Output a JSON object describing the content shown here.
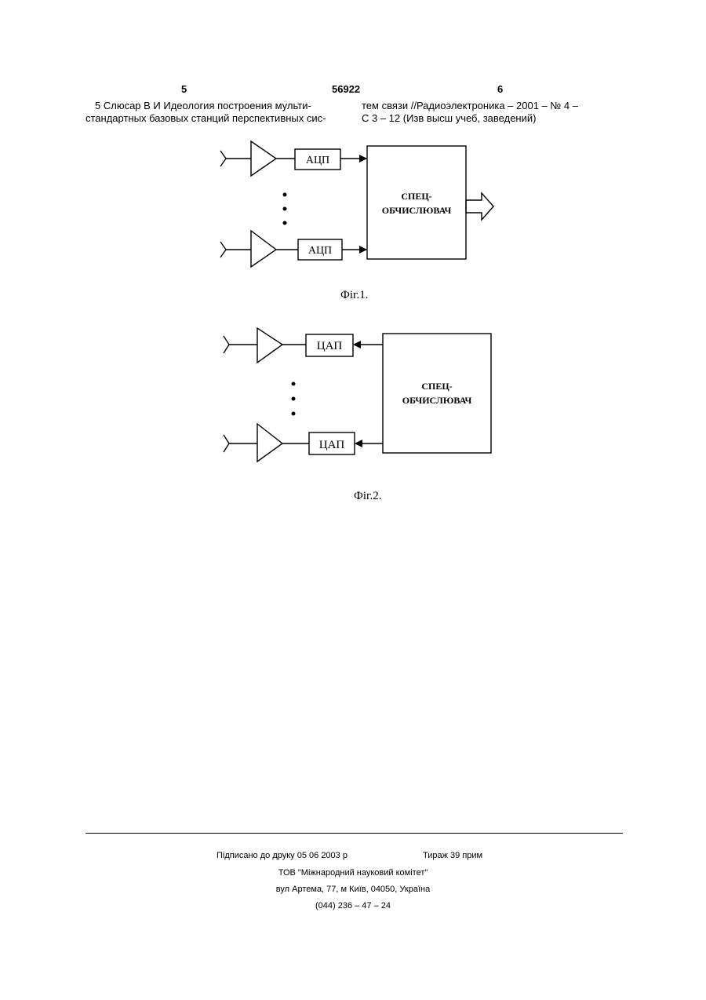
{
  "header": {
    "page_left": "5",
    "patent_number": "56922",
    "page_right": "6"
  },
  "reference": {
    "left_line1": "5 Слюсар В И Идеология построения мульти-",
    "left_line2": "стандартных базовых станций перспективных сис-",
    "right_line1": "тем связи //Радиоэлектроника – 2001 – № 4 –",
    "right_line2": "С 3 – 12 (Изв высш учеб, заведений)"
  },
  "fig1": {
    "converter_top": "АЦП",
    "converter_bottom": "АЦП",
    "block_line1": "СПЕЦ-",
    "block_line2": "ОБЧИСЛЮВАЧ",
    "caption": "Фіг.1."
  },
  "fig2": {
    "converter_top": "ЦАП",
    "converter_bottom": "ЦАП",
    "block_line1": "СПЕЦ-",
    "block_line2": "ОБЧИСЛЮВАЧ",
    "caption": "Фіг.2."
  },
  "footer": {
    "signed": "Підписано до друку 05 06 2003 р",
    "circulation": "Тираж 39 прим",
    "org": "ТОВ \"Міжнародний науковий комітет\"",
    "address": "вул Артема, 77, м Київ, 04050, Україна",
    "phone": "(044) 236 – 47 – 24"
  }
}
